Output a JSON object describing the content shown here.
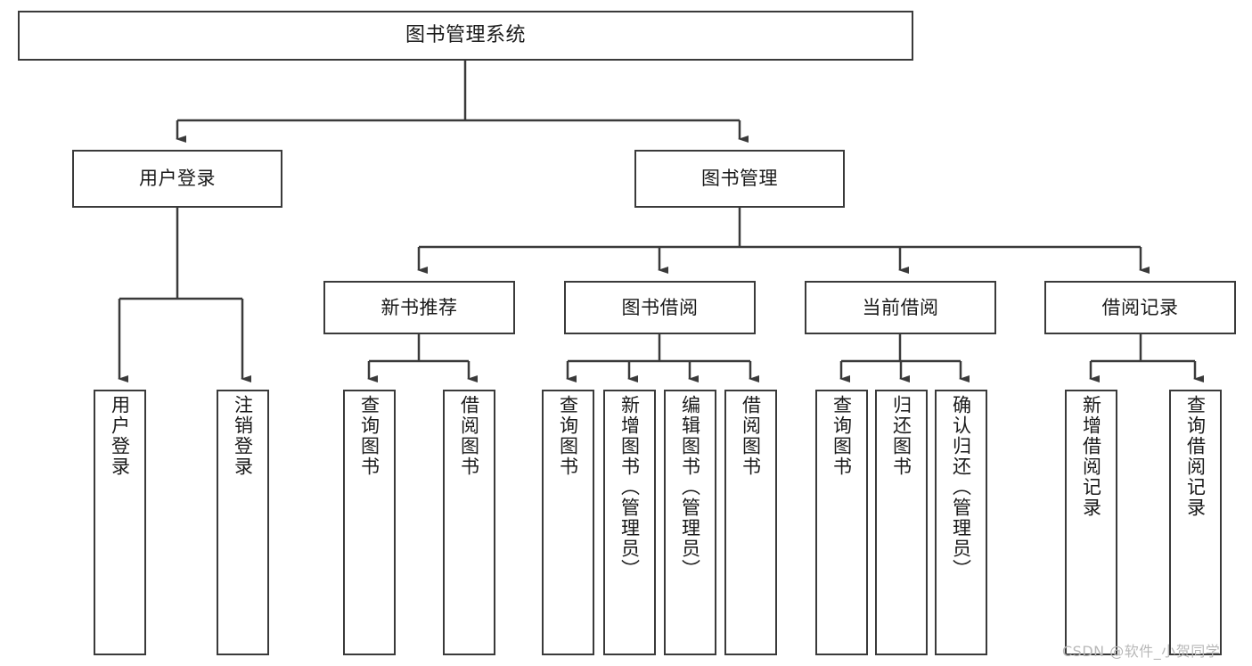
{
  "diagram": {
    "title": "图书管理系统",
    "type": "hierarchy-tree",
    "root": {
      "label": "图书管理系统"
    },
    "level2": [
      {
        "label": "用户登录"
      },
      {
        "label": "图书管理"
      }
    ],
    "level3": [
      {
        "label": "新书推荐"
      },
      {
        "label": "图书借阅"
      },
      {
        "label": "当前借阅"
      },
      {
        "label": "借阅记录"
      }
    ],
    "leaves": {
      "user_login": [
        {
          "label": "用户登录"
        },
        {
          "label": "注销登录"
        }
      ],
      "new_book_recommend": [
        {
          "label": "查询图书"
        },
        {
          "label": "借阅图书"
        }
      ],
      "book_borrow": [
        {
          "label": "查询图书"
        },
        {
          "label": "新增图书（管理员）"
        },
        {
          "label": "编辑图书（管理员）"
        },
        {
          "label": "借阅图书"
        }
      ],
      "current_borrow": [
        {
          "label": "查询图书"
        },
        {
          "label": "归还图书"
        },
        {
          "label": "确认归还（管理员）"
        }
      ],
      "borrow_record": [
        {
          "label": "新增借阅记录"
        },
        {
          "label": "查询借阅记录"
        }
      ]
    }
  },
  "watermark": {
    "text": "CSDN @软件_小贺同学"
  },
  "colors": {
    "stroke": "#3a3a3a",
    "fill": "#ffffff",
    "text": "#1a1a1a",
    "watermark": "#b8b8b8"
  }
}
